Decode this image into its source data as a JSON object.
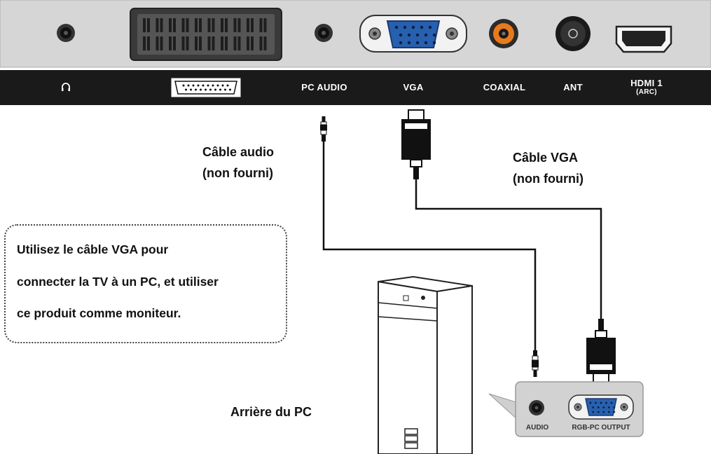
{
  "tv_ports": {
    "headphone_icon": "headphone-icon",
    "pc_audio": "PC AUDIO",
    "vga": "VGA",
    "coaxial": "COAXIAL",
    "ant": "ANT",
    "hdmi": "HDMI 1",
    "hdmi_sub": "(ARC)"
  },
  "cables": {
    "audio_line1": "Câble audio",
    "audio_line2": "(non fourni)",
    "vga_line1": "Câble VGA",
    "vga_line2": "(non fourni)"
  },
  "note": {
    "line1": "Utilisez le câble VGA pour",
    "line2": "connecter la TV à un PC, et utiliser",
    "line3": "ce produit comme moniteur."
  },
  "pc": {
    "label": "Arrière du PC",
    "audio_port": "AUDIO",
    "rgb_port": "RGB-PC OUTPUT"
  },
  "colors": {
    "tv_panel": "#d9d9d9",
    "label_bar": "#1a1a1a",
    "vga_blue": "#2860b0",
    "coax_orange": "#e87a1c"
  }
}
